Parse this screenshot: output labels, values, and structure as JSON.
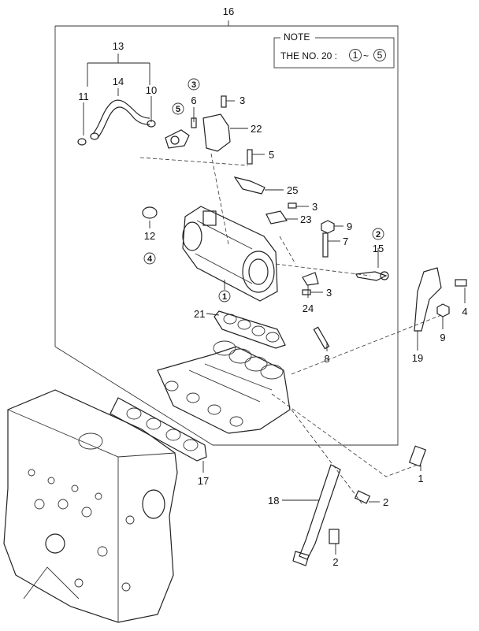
{
  "note": {
    "title": "NOTE",
    "text": "THE NO. 20 :",
    "range_from": "1",
    "range_sep": "~",
    "range_to": "5"
  },
  "callouts": [
    {
      "id": "16",
      "text": "16"
    },
    {
      "id": "13",
      "text": "13"
    },
    {
      "id": "14",
      "text": "14"
    },
    {
      "id": "11",
      "text": "11"
    },
    {
      "id": "10",
      "text": "10"
    },
    {
      "id": "6",
      "text": "6"
    },
    {
      "id": "3a",
      "text": "3"
    },
    {
      "id": "22",
      "text": "22"
    },
    {
      "id": "5",
      "text": "5"
    },
    {
      "id": "25",
      "text": "25"
    },
    {
      "id": "3b",
      "text": "3"
    },
    {
      "id": "23",
      "text": "23"
    },
    {
      "id": "9a",
      "text": "9"
    },
    {
      "id": "7",
      "text": "7"
    },
    {
      "id": "12",
      "text": "12"
    },
    {
      "id": "15",
      "text": "15"
    },
    {
      "id": "24",
      "text": "24"
    },
    {
      "id": "3c",
      "text": "3"
    },
    {
      "id": "21",
      "text": "21"
    },
    {
      "id": "8",
      "text": "8"
    },
    {
      "id": "4",
      "text": "4"
    },
    {
      "id": "9b",
      "text": "9"
    },
    {
      "id": "19",
      "text": "19"
    },
    {
      "id": "17",
      "text": "17"
    },
    {
      "id": "1",
      "text": "1"
    },
    {
      "id": "18",
      "text": "18"
    },
    {
      "id": "2a",
      "text": "2"
    },
    {
      "id": "2b",
      "text": "2"
    }
  ],
  "circled_refs": [
    {
      "id": "c3",
      "text": "3"
    },
    {
      "id": "c5",
      "text": "5"
    },
    {
      "id": "c4",
      "text": "4"
    },
    {
      "id": "c2",
      "text": "2"
    },
    {
      "id": "c1",
      "text": "1"
    }
  ]
}
